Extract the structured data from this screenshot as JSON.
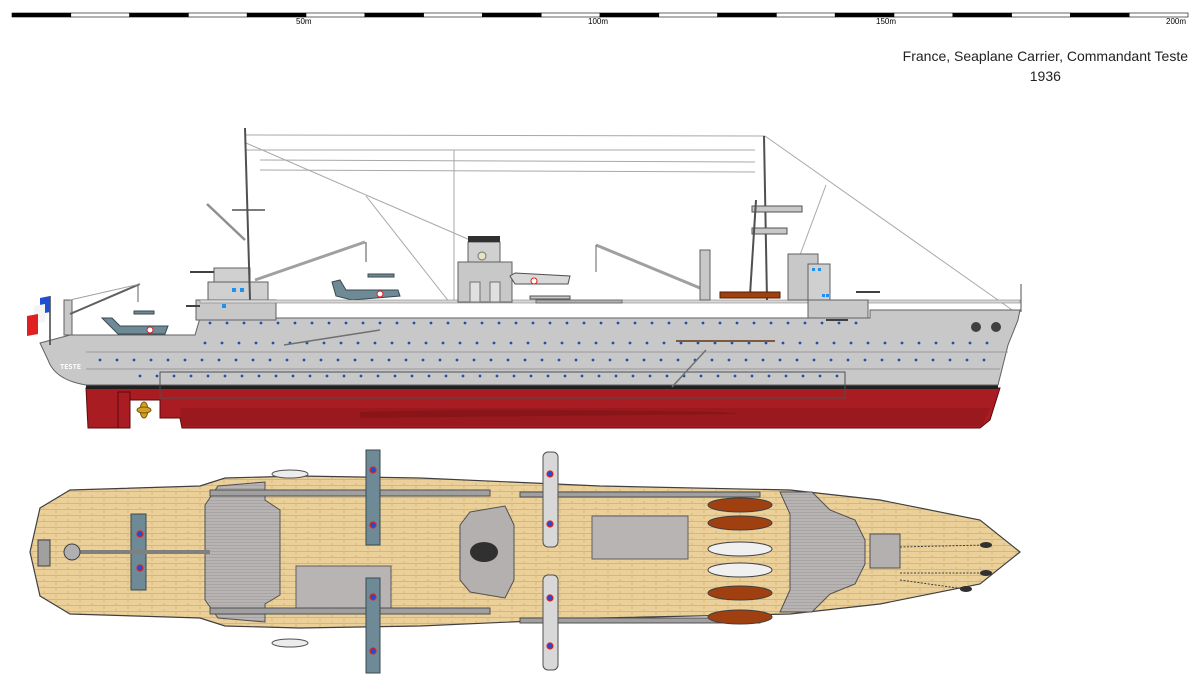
{
  "scale_bar": {
    "unit": "m",
    "max": 200,
    "segment_m": 10,
    "labels": [
      "50m",
      "100m",
      "150m",
      "200m"
    ],
    "label_values": [
      50,
      100,
      150,
      200
    ]
  },
  "caption": {
    "line1": "France, Seaplane Carrier, Commandant Teste",
    "line2": "1936"
  },
  "ship": {
    "name_on_hull": "TESTE",
    "flag": "France tricolour",
    "colors": {
      "hull_upper": "#c8c8c8",
      "hull_lower": "#a81c22",
      "hull_lower_dark": "#8a1519",
      "boot_topping": "#202020",
      "deck_wood": "#ecd09a",
      "deck_plank_line": "#d9b676",
      "superstructure_grey": "#b4b0b0",
      "aircraft_blue_grey": "#6e8a96",
      "aircraft_silver": "#d8d8d8",
      "porthole": "#1f4fb0",
      "propeller": "#d4a020",
      "boat_brown": "#a04010",
      "flag_blue": "#1f4fd0",
      "flag_red": "#e02020"
    }
  },
  "views": {
    "profile": "side-elevation",
    "plan": "top-down-deck-plan"
  }
}
